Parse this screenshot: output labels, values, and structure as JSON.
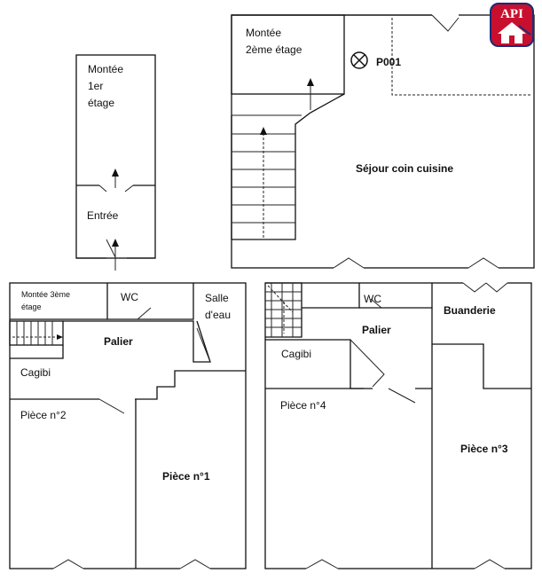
{
  "logo": {
    "text": "API",
    "bg_color": "#c8102e",
    "frame_color": "#1e2a78"
  },
  "marker": {
    "label": "P001"
  },
  "rooms": {
    "montee_1er": [
      "Montée",
      "1er",
      "étage"
    ],
    "entree": "Entrée",
    "montee_2eme": [
      "Montée",
      "2ème étage"
    ],
    "sejour": "Séjour coin cuisine",
    "montee_3eme": [
      "Montée 3ème",
      "étage"
    ],
    "wc_left": "WC",
    "salle_eau": [
      "Salle",
      "d'eau"
    ],
    "palier_left": "Palier",
    "cagibi_left": "Cagibi",
    "piece2": "Pièce n°2",
    "piece1": "Pièce n°1",
    "wc_right": "WC",
    "buanderie": "Buanderie",
    "palier_right": "Palier",
    "cagibi_right": "Cagibi",
    "piece4": "Pièce n°4",
    "piece3": "Pièce n°3"
  }
}
